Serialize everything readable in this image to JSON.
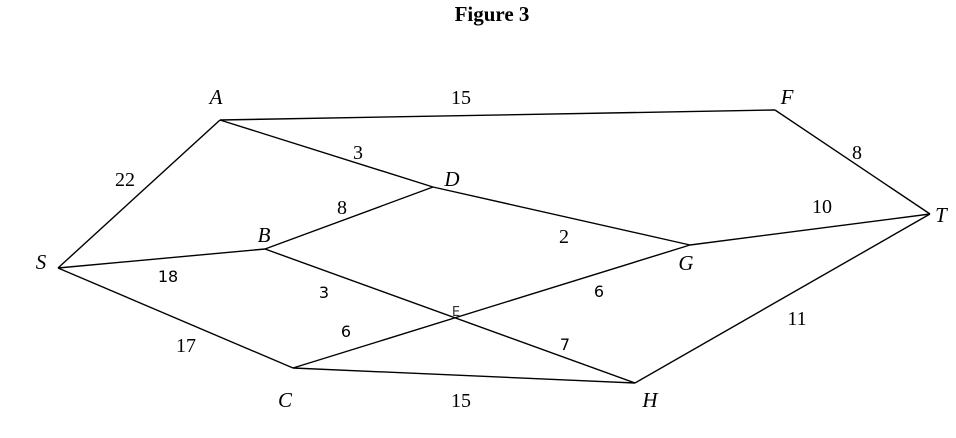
{
  "title": "Figure 3",
  "nodes": {
    "A": "A",
    "F": "F",
    "S": "S",
    "B": "B",
    "D": "D",
    "T": "T",
    "G": "G",
    "E": "E",
    "C": "C",
    "H": "H"
  },
  "edges": [
    {
      "from": "A",
      "to": "F",
      "weight": "15"
    },
    {
      "from": "S",
      "to": "A",
      "weight": "22"
    },
    {
      "from": "A",
      "to": "D",
      "weight": "3"
    },
    {
      "from": "F",
      "to": "T",
      "weight": "8"
    },
    {
      "from": "B",
      "to": "D",
      "weight": "8"
    },
    {
      "from": "D",
      "to": "G",
      "weight": "2"
    },
    {
      "from": "G",
      "to": "T",
      "weight": "10"
    },
    {
      "from": "S",
      "to": "B",
      "weight": "18"
    },
    {
      "from": "B",
      "to": "E",
      "weight": "3"
    },
    {
      "from": "E",
      "to": "G",
      "weight": "6"
    },
    {
      "from": "C",
      "to": "E",
      "weight": "6"
    },
    {
      "from": "E",
      "to": "H",
      "weight": "7"
    },
    {
      "from": "S",
      "to": "C",
      "weight": "17"
    },
    {
      "from": "H",
      "to": "T",
      "weight": "11"
    },
    {
      "from": "C",
      "to": "H",
      "weight": "15"
    }
  ]
}
